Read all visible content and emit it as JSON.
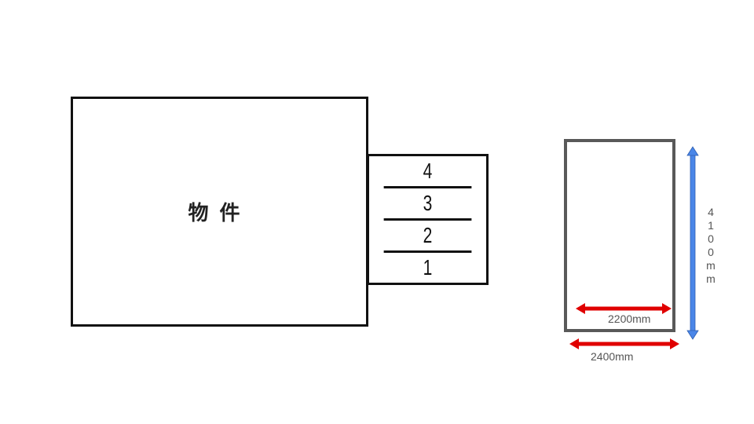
{
  "diagram": {
    "building": {
      "label": "物件"
    },
    "steps": [
      {
        "label": "4"
      },
      {
        "label": "3"
      },
      {
        "label": "2"
      },
      {
        "label": "1"
      }
    ],
    "parking_space": {
      "inner_width_label": "2200mm",
      "outer_width_label": "2400mm",
      "length_label": "4100mm",
      "length_label_chars": [
        "4",
        "1",
        "0",
        "0",
        "m",
        "m"
      ]
    },
    "colors": {
      "building_outline": "#111111",
      "space_outline": "#595959",
      "width_arrow": "#e00000",
      "length_arrow": "#4a86e8",
      "label_text": "#555555"
    }
  }
}
